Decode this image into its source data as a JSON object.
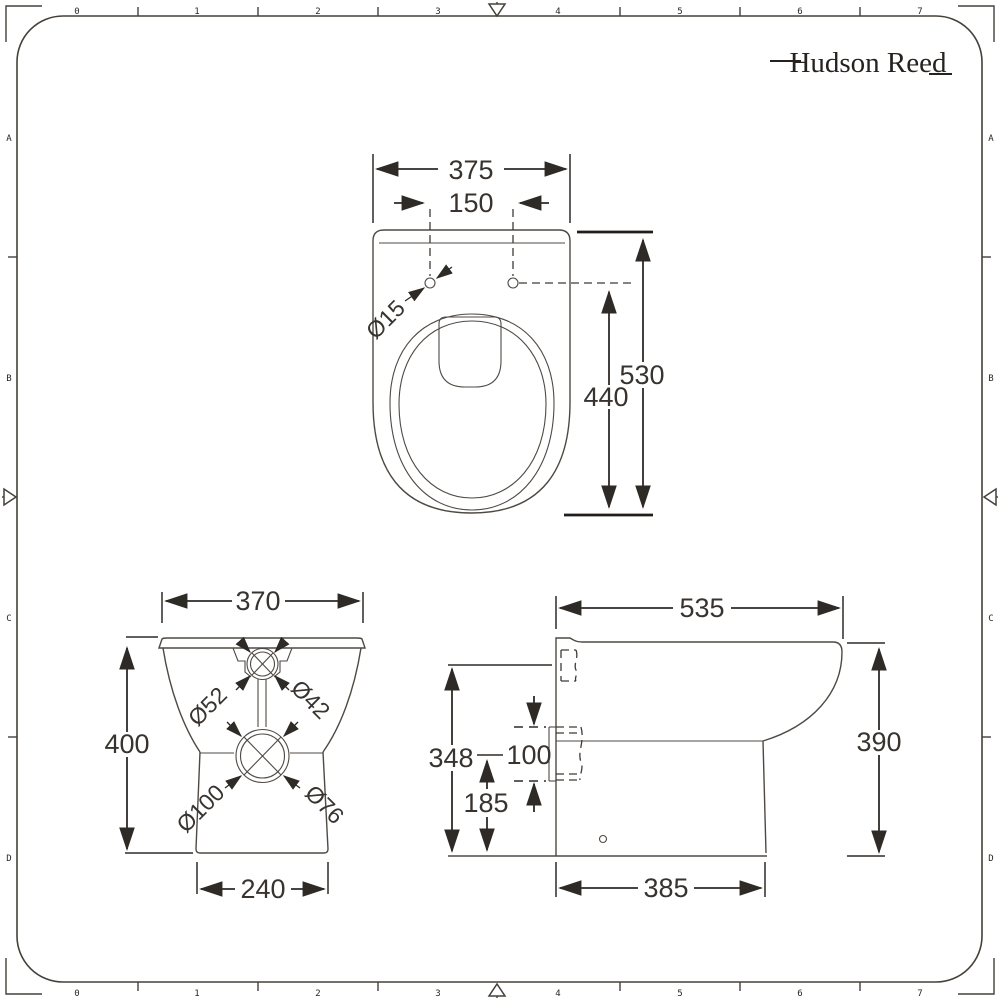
{
  "brand": {
    "name": "Hudson Reed"
  },
  "rulers": {
    "top_numbers": [
      "0",
      "1",
      "2",
      "3",
      "4",
      "5",
      "6",
      "7"
    ],
    "bottom_numbers": [
      "0",
      "1",
      "2",
      "3",
      "4",
      "5",
      "6",
      "7"
    ],
    "left_letters": [
      "A",
      "B",
      "C",
      "D"
    ],
    "right_letters": [
      "A",
      "B",
      "C",
      "D"
    ]
  },
  "dimensions": {
    "top_view": {
      "overall_width": "375",
      "hole_spacing": "150",
      "hole_diameter": "Ø15",
      "overall_depth": "530",
      "holes_to_front": "440"
    },
    "front_view": {
      "overall_width": "370",
      "overall_height": "400",
      "base_width": "240",
      "inlet_boss_diameter": "Ø52",
      "inlet_hole_diameter": "Ø42",
      "outlet_boss_diameter": "Ø100",
      "outlet_hole_diameter": "Ø76"
    },
    "side_view": {
      "overall_depth": "535",
      "overall_height": "390",
      "base_depth": "385",
      "inlet_height": "348",
      "outlet_pipe_span": "100",
      "outlet_height": "185"
    }
  },
  "colors": {
    "drawing_line": "#4f4943",
    "dimension": "#2e2a26",
    "background": "#ffffff"
  }
}
